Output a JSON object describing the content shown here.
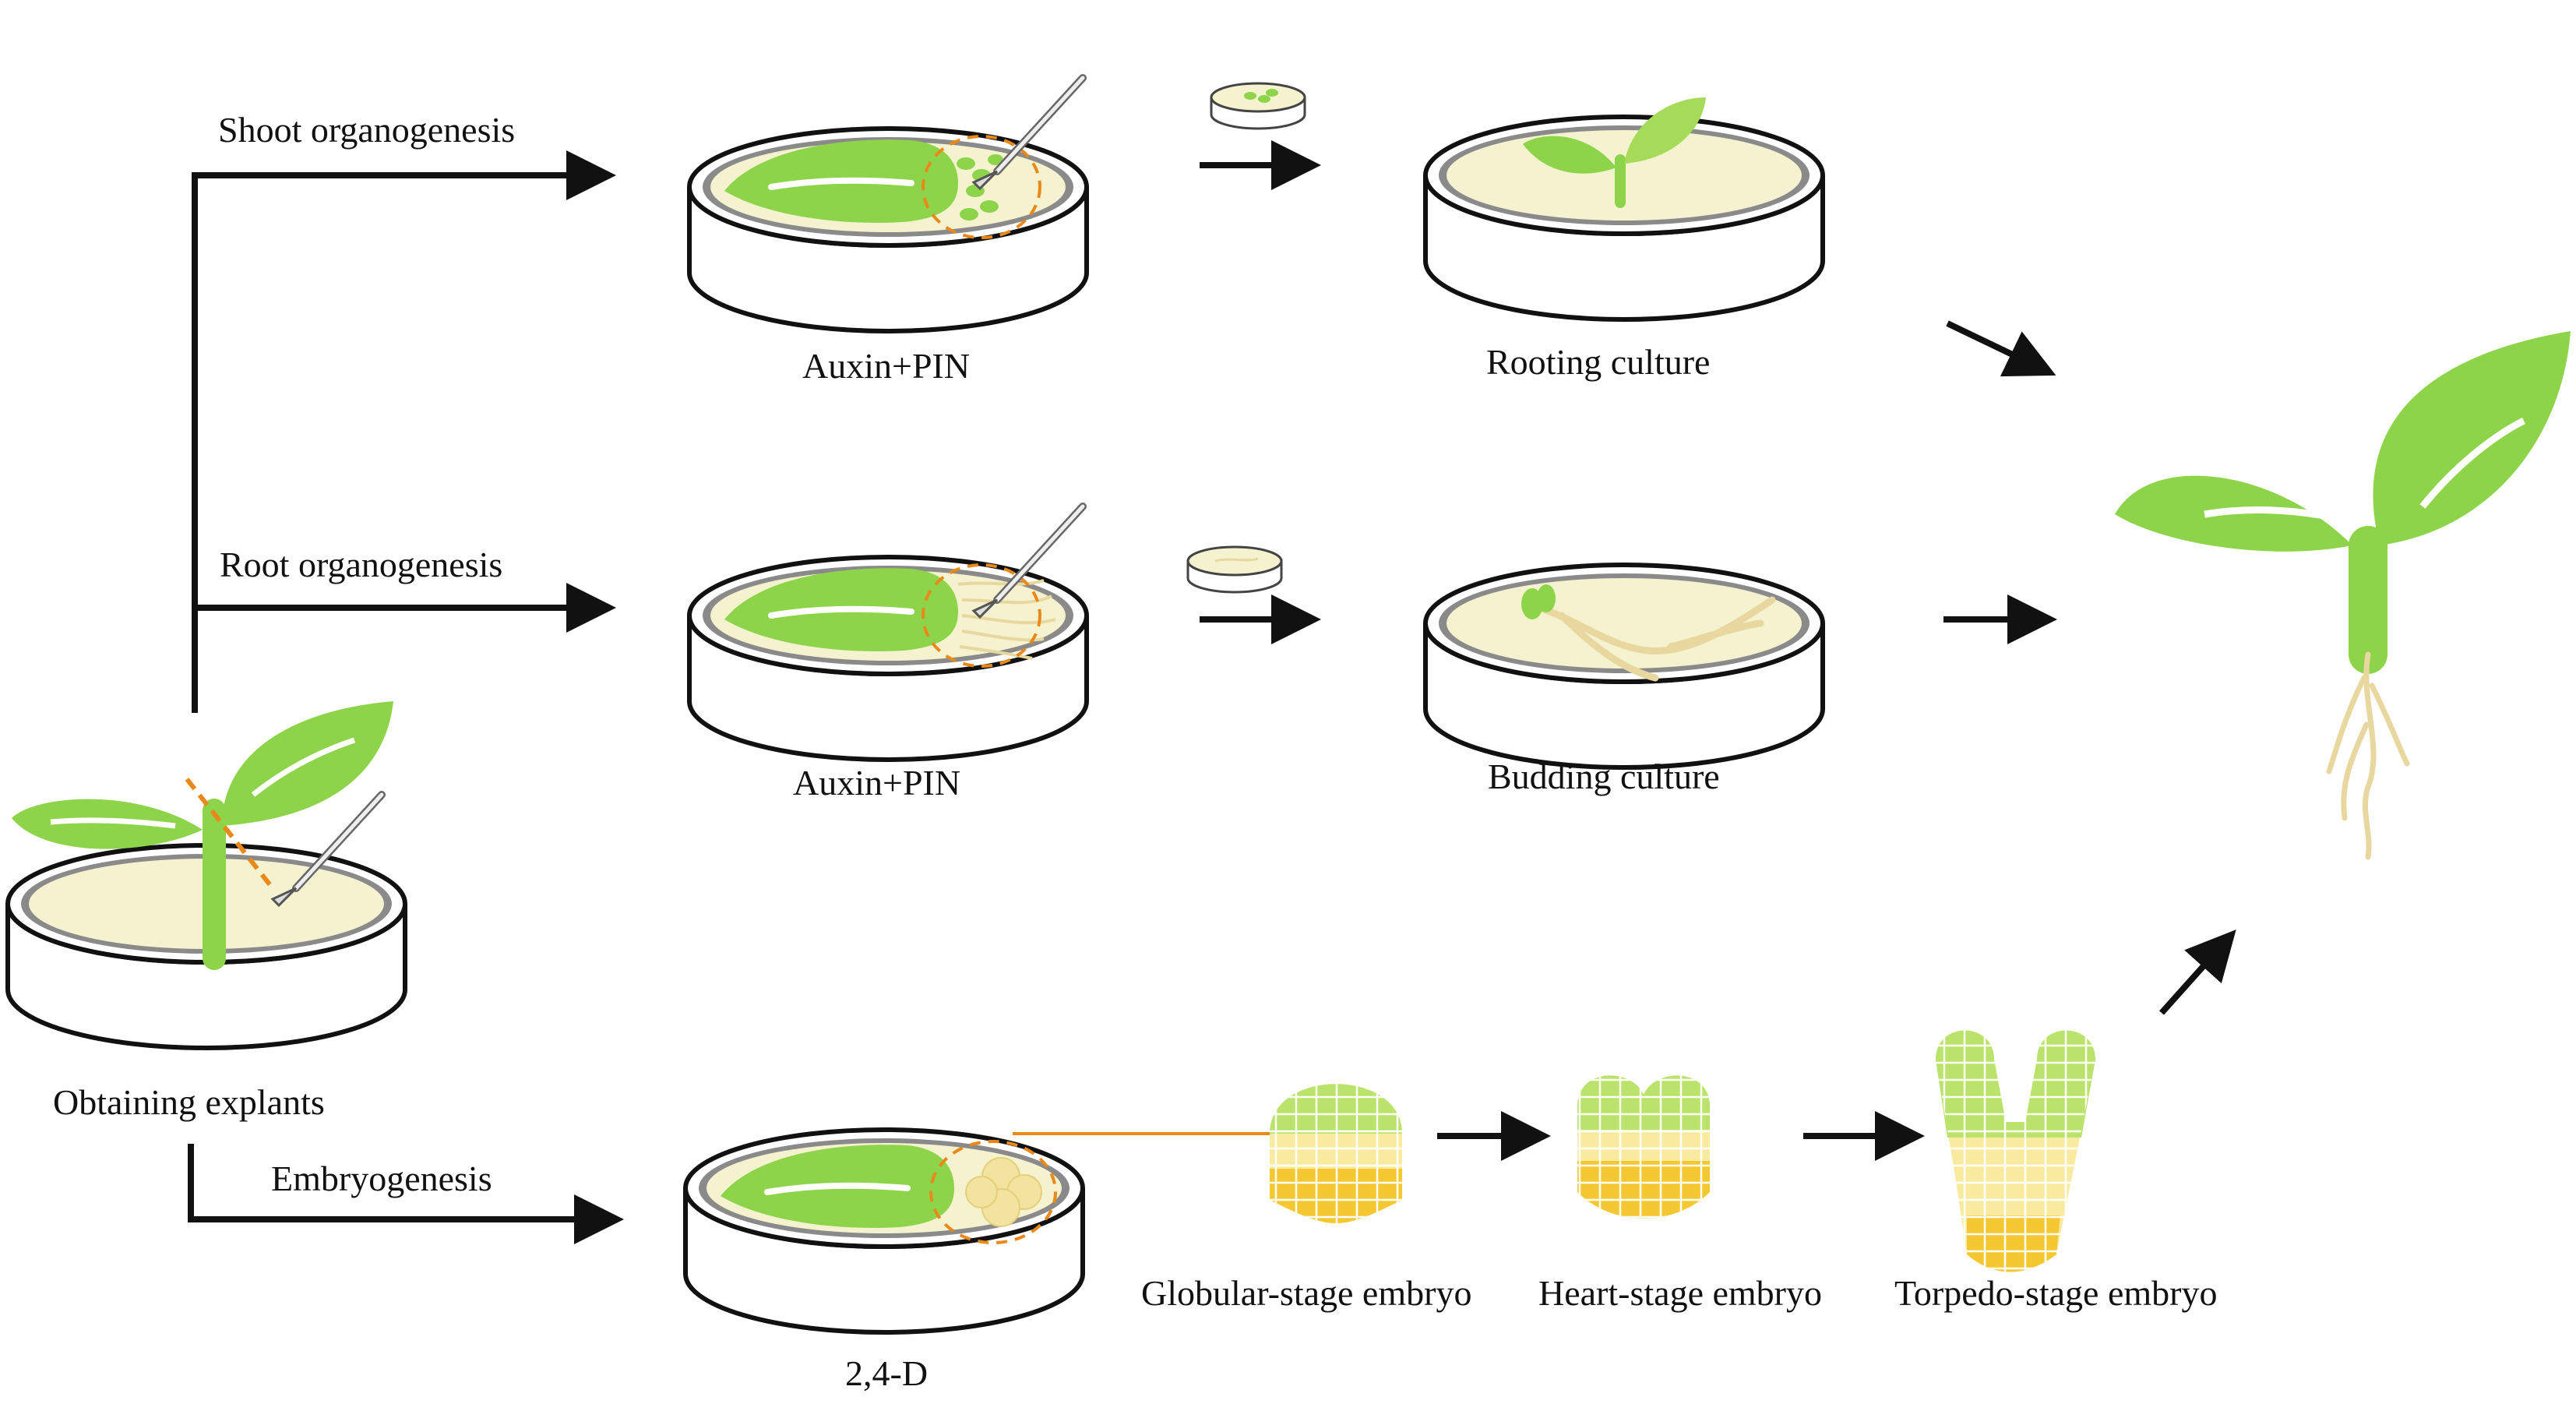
{
  "labels": {
    "shoot": "Shoot organogenesis",
    "root": "Root organogenesis",
    "embryo": "Embryogenesis",
    "explants": "Obtaining explants",
    "auxin_pin_top": "Auxin+PIN",
    "auxin_pin_mid": "Auxin+PIN",
    "rooting": "Rooting culture",
    "budding": "Budding culture",
    "two_four_d": "2,4-D",
    "globular": "Globular-stage embryo",
    "heart": "Heart-stage embryo",
    "torpedo": "Torpedo-stage embryo"
  },
  "colors": {
    "leaf": "#8dd44b",
    "leaf_light": "#b9e36a",
    "medium": "#f5f2cf",
    "dish_rim": "#7a7a7a",
    "cut_line": "#e8891a",
    "embryo_yellow": "#f5c832",
    "embryo_pale": "#f8eba0",
    "root": "#e8d8a0"
  },
  "icons": [
    "petri-dish-icon",
    "scalpel-icon",
    "plant-icon",
    "leaf-explant-icon",
    "embryo-icon"
  ]
}
